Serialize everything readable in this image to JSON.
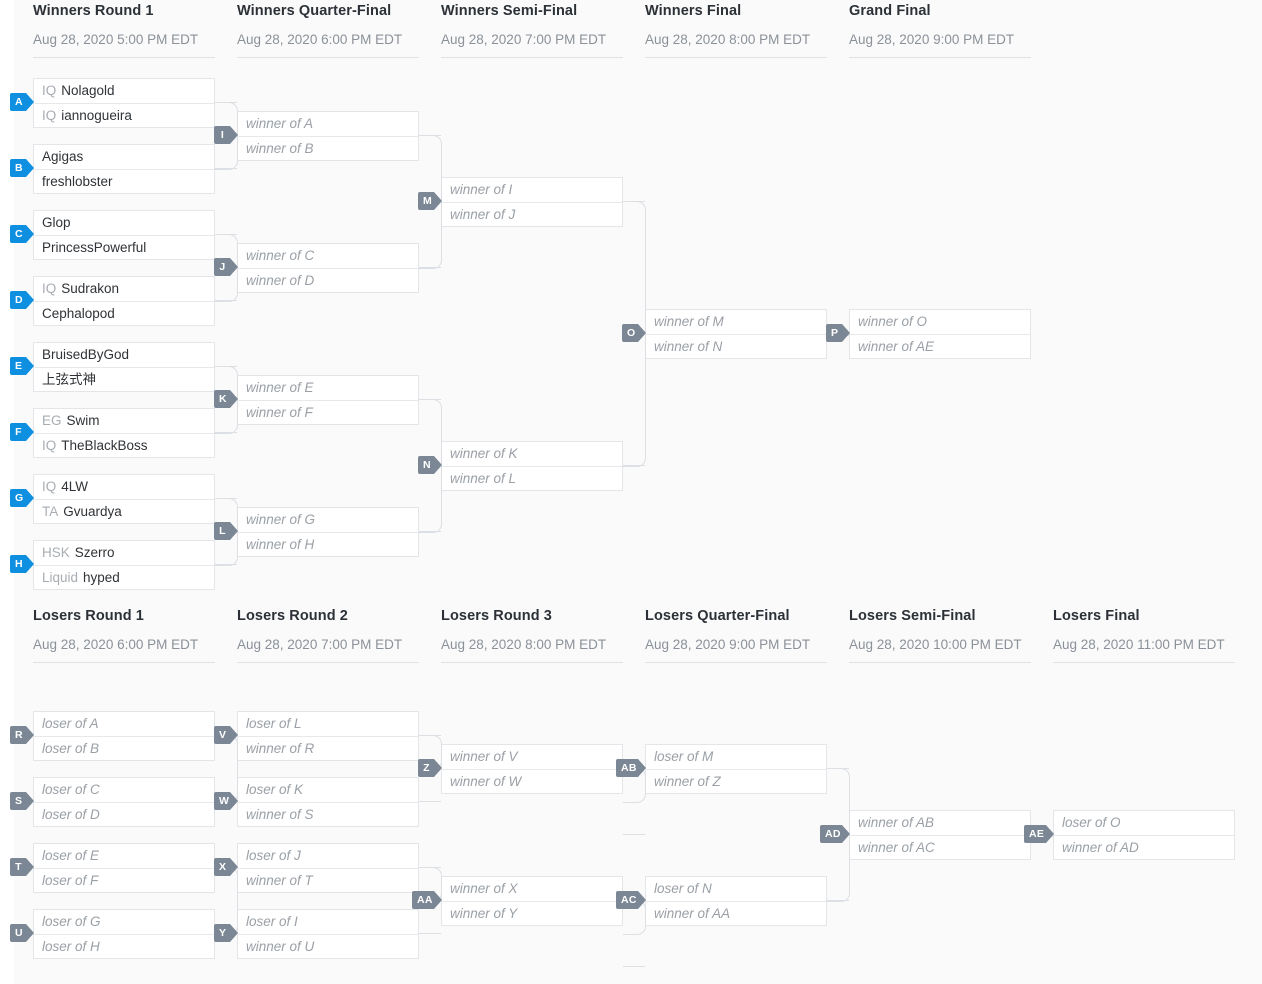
{
  "page": {
    "kind": "double-elimination-bracket",
    "accent_blue": "#0e8fe0",
    "badge_gray": "#7b8794",
    "background": "#fafafa",
    "box_background": "#ffffff",
    "border_color": "#e3e5e8"
  },
  "rounds": [
    {
      "id": "wr1",
      "title": "Winners Round 1",
      "date": "Aug 28, 2020 5:00 PM EDT"
    },
    {
      "id": "wqf",
      "title": "Winners Quarter-Final",
      "date": "Aug 28, 2020 6:00 PM EDT"
    },
    {
      "id": "wsf",
      "title": "Winners Semi-Final",
      "date": "Aug 28, 2020 7:00 PM EDT"
    },
    {
      "id": "wf",
      "title": "Winners Final",
      "date": "Aug 28, 2020 8:00 PM EDT"
    },
    {
      "id": "gf",
      "title": "Grand Final",
      "date": "Aug 28, 2020 9:00 PM EDT"
    },
    {
      "id": "lr1",
      "title": "Losers Round 1",
      "date": "Aug 28, 2020 6:00 PM EDT"
    },
    {
      "id": "lr2",
      "title": "Losers Round 2",
      "date": "Aug 28, 2020 7:00 PM EDT"
    },
    {
      "id": "lr3",
      "title": "Losers Round 3",
      "date": "Aug 28, 2020 8:00 PM EDT"
    },
    {
      "id": "lqf",
      "title": "Losers Quarter-Final",
      "date": "Aug 28, 2020 9:00 PM EDT"
    },
    {
      "id": "lsf",
      "title": "Losers Semi-Final",
      "date": "Aug 28, 2020 10:00 PM EDT"
    },
    {
      "id": "lf",
      "title": "Losers Final",
      "date": "Aug 28, 2020 11:00 PM EDT"
    }
  ],
  "matches": [
    {
      "id": "A",
      "badge": "A",
      "badge_color": "blue",
      "slots": [
        {
          "tag": "IQ",
          "name": "Nolagold",
          "placeholder": false
        },
        {
          "tag": "IQ",
          "name": "iannogueira",
          "placeholder": false
        }
      ]
    },
    {
      "id": "B",
      "badge": "B",
      "badge_color": "blue",
      "slots": [
        {
          "tag": "",
          "name": "Agigas",
          "placeholder": false
        },
        {
          "tag": "",
          "name": "freshlobster",
          "placeholder": false
        }
      ]
    },
    {
      "id": "C",
      "badge": "C",
      "badge_color": "blue",
      "slots": [
        {
          "tag": "",
          "name": "Glop",
          "placeholder": false
        },
        {
          "tag": "",
          "name": "PrincessPowerful",
          "placeholder": false
        }
      ]
    },
    {
      "id": "D",
      "badge": "D",
      "badge_color": "blue",
      "slots": [
        {
          "tag": "IQ",
          "name": "Sudrakon",
          "placeholder": false
        },
        {
          "tag": "",
          "name": "Cephalopod",
          "placeholder": false
        }
      ]
    },
    {
      "id": "E",
      "badge": "E",
      "badge_color": "blue",
      "slots": [
        {
          "tag": "",
          "name": "BruisedByGod",
          "placeholder": false
        },
        {
          "tag": "",
          "name": "上弦式神",
          "placeholder": false
        }
      ]
    },
    {
      "id": "F",
      "badge": "F",
      "badge_color": "blue",
      "slots": [
        {
          "tag": "EG",
          "name": "Swim",
          "placeholder": false
        },
        {
          "tag": "IQ",
          "name": "TheBlackBoss",
          "placeholder": false
        }
      ]
    },
    {
      "id": "G",
      "badge": "G",
      "badge_color": "blue",
      "slots": [
        {
          "tag": "IQ",
          "name": "4LW",
          "placeholder": false
        },
        {
          "tag": "TA",
          "name": "Gvuardya",
          "placeholder": false
        }
      ]
    },
    {
      "id": "H",
      "badge": "H",
      "badge_color": "blue",
      "slots": [
        {
          "tag": "HSK",
          "name": "Szerro",
          "placeholder": false
        },
        {
          "tag": "Liquid",
          "name": "hyped",
          "placeholder": false
        }
      ]
    },
    {
      "id": "I",
      "badge": "I",
      "badge_color": "gray",
      "slots": [
        {
          "name": "winner of A",
          "placeholder": true
        },
        {
          "name": "winner of B",
          "placeholder": true
        }
      ]
    },
    {
      "id": "J",
      "badge": "J",
      "badge_color": "gray",
      "slots": [
        {
          "name": "winner of C",
          "placeholder": true
        },
        {
          "name": "winner of D",
          "placeholder": true
        }
      ]
    },
    {
      "id": "K",
      "badge": "K",
      "badge_color": "gray",
      "slots": [
        {
          "name": "winner of E",
          "placeholder": true
        },
        {
          "name": "winner of F",
          "placeholder": true
        }
      ]
    },
    {
      "id": "L",
      "badge": "L",
      "badge_color": "gray",
      "slots": [
        {
          "name": "winner of G",
          "placeholder": true
        },
        {
          "name": "winner of H",
          "placeholder": true
        }
      ]
    },
    {
      "id": "M",
      "badge": "M",
      "badge_color": "gray",
      "slots": [
        {
          "name": "winner of I",
          "placeholder": true
        },
        {
          "name": "winner of J",
          "placeholder": true
        }
      ]
    },
    {
      "id": "N",
      "badge": "N",
      "badge_color": "gray",
      "slots": [
        {
          "name": "winner of K",
          "placeholder": true
        },
        {
          "name": "winner of L",
          "placeholder": true
        }
      ]
    },
    {
      "id": "O",
      "badge": "O",
      "badge_color": "gray",
      "slots": [
        {
          "name": "winner of M",
          "placeholder": true
        },
        {
          "name": "winner of N",
          "placeholder": true
        }
      ]
    },
    {
      "id": "P",
      "badge": "P",
      "badge_color": "gray",
      "slots": [
        {
          "name": "winner of O",
          "placeholder": true
        },
        {
          "name": "winner of AE",
          "placeholder": true
        }
      ]
    },
    {
      "id": "R",
      "badge": "R",
      "badge_color": "gray",
      "slots": [
        {
          "name": "loser of A",
          "placeholder": true
        },
        {
          "name": "loser of B",
          "placeholder": true
        }
      ]
    },
    {
      "id": "S",
      "badge": "S",
      "badge_color": "gray",
      "slots": [
        {
          "name": "loser of C",
          "placeholder": true
        },
        {
          "name": "loser of D",
          "placeholder": true
        }
      ]
    },
    {
      "id": "T",
      "badge": "T",
      "badge_color": "gray",
      "slots": [
        {
          "name": "loser of E",
          "placeholder": true
        },
        {
          "name": "loser of F",
          "placeholder": true
        }
      ]
    },
    {
      "id": "U",
      "badge": "U",
      "badge_color": "gray",
      "slots": [
        {
          "name": "loser of G",
          "placeholder": true
        },
        {
          "name": "loser of H",
          "placeholder": true
        }
      ]
    },
    {
      "id": "V",
      "badge": "V",
      "badge_color": "gray",
      "slots": [
        {
          "name": "loser of L",
          "placeholder": true
        },
        {
          "name": "winner of R",
          "placeholder": true
        }
      ]
    },
    {
      "id": "W",
      "badge": "W",
      "badge_color": "gray",
      "slots": [
        {
          "name": "loser of K",
          "placeholder": true
        },
        {
          "name": "winner of S",
          "placeholder": true
        }
      ]
    },
    {
      "id": "X",
      "badge": "X",
      "badge_color": "gray",
      "slots": [
        {
          "name": "loser of J",
          "placeholder": true
        },
        {
          "name": "winner of T",
          "placeholder": true
        }
      ]
    },
    {
      "id": "Y",
      "badge": "Y",
      "badge_color": "gray",
      "slots": [
        {
          "name": "loser of I",
          "placeholder": true
        },
        {
          "name": "winner of U",
          "placeholder": true
        }
      ]
    },
    {
      "id": "Z",
      "badge": "Z",
      "badge_color": "gray",
      "slots": [
        {
          "name": "winner of V",
          "placeholder": true
        },
        {
          "name": "winner of W",
          "placeholder": true
        }
      ]
    },
    {
      "id": "AA",
      "badge": "AA",
      "badge_color": "gray",
      "slots": [
        {
          "name": "winner of X",
          "placeholder": true
        },
        {
          "name": "winner of Y",
          "placeholder": true
        }
      ]
    },
    {
      "id": "AB",
      "badge": "AB",
      "badge_color": "gray",
      "slots": [
        {
          "name": "loser of M",
          "placeholder": true
        },
        {
          "name": "winner of Z",
          "placeholder": true
        }
      ]
    },
    {
      "id": "AC",
      "badge": "AC",
      "badge_color": "gray",
      "slots": [
        {
          "name": "loser of N",
          "placeholder": true
        },
        {
          "name": "winner of AA",
          "placeholder": true
        }
      ]
    },
    {
      "id": "AD",
      "badge": "AD",
      "badge_color": "gray",
      "slots": [
        {
          "name": "winner of AB",
          "placeholder": true
        },
        {
          "name": "winner of AC",
          "placeholder": true
        }
      ]
    },
    {
      "id": "AE",
      "badge": "AE",
      "badge_color": "gray",
      "slots": [
        {
          "name": "loser of O",
          "placeholder": true
        },
        {
          "name": "winner of AD",
          "placeholder": true
        }
      ]
    }
  ]
}
